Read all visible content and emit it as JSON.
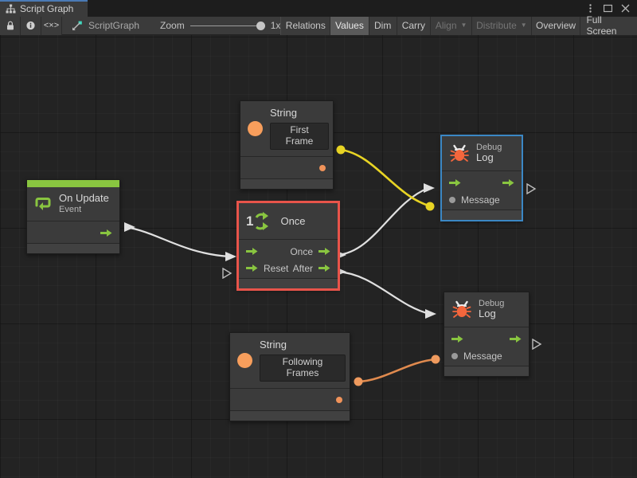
{
  "window": {
    "tab_title": "Script Graph",
    "tab_icon": "graph-hierarchy-icon",
    "controls": [
      {
        "name": "more-options",
        "glyph": "⋮"
      },
      {
        "name": "maximize",
        "glyph": "□"
      },
      {
        "name": "close",
        "glyph": "✕"
      }
    ]
  },
  "toolbar": {
    "left_icons": [
      {
        "name": "lock-icon",
        "glyph": "🔒"
      },
      {
        "name": "info-icon",
        "glyph": "i"
      },
      {
        "name": "code-icon",
        "glyph": "<×>"
      }
    ],
    "breadcrumb": "ScriptGraph",
    "breadcrumb_icon": "script-graph-icon",
    "zoom_label": "Zoom",
    "zoom_value": "1x",
    "zoom_percent": 100,
    "buttons": [
      {
        "label": "Relations",
        "active": false,
        "dim": false,
        "dropdown": false
      },
      {
        "label": "Values",
        "active": true,
        "dim": false,
        "dropdown": false
      },
      {
        "label": "Dim",
        "active": false,
        "dim": false,
        "dropdown": false
      },
      {
        "label": "Carry",
        "active": false,
        "dim": false,
        "dropdown": false
      },
      {
        "label": "Align",
        "active": false,
        "dim": true,
        "dropdown": true
      },
      {
        "label": "Distribute",
        "active": false,
        "dim": true,
        "dropdown": true
      },
      {
        "label": "Overview",
        "active": false,
        "dim": false,
        "dropdown": false
      },
      {
        "label": "Full Screen",
        "active": false,
        "dim": false,
        "dropdown": false
      }
    ]
  },
  "colors": {
    "accent_green": "#89c540",
    "selection_red": "#e8544a",
    "selection_blue": "#3b87c4",
    "string_orange": "#f79e5c",
    "wire_white": "#e0e0e0",
    "wire_yellow": "#e8d424",
    "wire_orange": "#e08a4e",
    "canvas_bg": "#232323",
    "node_bg": "#3b3b3b"
  },
  "graph": {
    "nodes": [
      {
        "id": "on-update",
        "title": "On Update",
        "subtitle": "Event",
        "icon": "update-loop-icon",
        "accent": "#89c540",
        "selected": "none",
        "outputs": [
          {
            "label": "",
            "type": "flow"
          }
        ]
      },
      {
        "id": "string-first-frame",
        "title": "String",
        "icon": "string-value-icon",
        "value": "First Frame",
        "selected": "none",
        "outputs": [
          {
            "label": "",
            "type": "value"
          }
        ]
      },
      {
        "id": "once",
        "title": "Once",
        "icon": "once-counter-icon",
        "icon_badge": "1",
        "selected": "red",
        "inputs": [
          {
            "label": "",
            "type": "flow"
          },
          {
            "label": "Reset",
            "type": "flow"
          }
        ],
        "outputs": [
          {
            "label": "Once",
            "type": "flow"
          },
          {
            "label": "After",
            "type": "flow"
          }
        ]
      },
      {
        "id": "string-following-frames",
        "title": "String",
        "icon": "string-value-icon",
        "value": "Following Frames",
        "selected": "none",
        "outputs": [
          {
            "label": "",
            "type": "value"
          }
        ]
      },
      {
        "id": "debug-log-top",
        "subtitle": "Debug",
        "title": "Log",
        "icon": "bug-icon",
        "selected": "blue",
        "inputs": [
          {
            "label": "",
            "type": "flow"
          },
          {
            "label": "Message",
            "type": "value"
          }
        ],
        "outputs": [
          {
            "label": "",
            "type": "flow"
          }
        ]
      },
      {
        "id": "debug-log-bottom",
        "subtitle": "Debug",
        "title": "Log",
        "icon": "bug-icon",
        "selected": "none",
        "inputs": [
          {
            "label": "",
            "type": "flow"
          },
          {
            "label": "Message",
            "type": "value"
          }
        ],
        "outputs": [
          {
            "label": "",
            "type": "flow"
          }
        ]
      }
    ],
    "connections": [
      {
        "from": "on-update",
        "to": "once",
        "color": "#e0e0e0",
        "kind": "flow"
      },
      {
        "from": "once.Once",
        "to": "debug-log-top",
        "color": "#e0e0e0",
        "kind": "flow"
      },
      {
        "from": "once.After",
        "to": "debug-log-bottom",
        "color": "#e0e0e0",
        "kind": "flow"
      },
      {
        "from": "string-first-frame",
        "to": "debug-log-top.Message",
        "color": "#e8d424",
        "kind": "value"
      },
      {
        "from": "string-following-frames",
        "to": "debug-log-bottom.Message",
        "color": "#e08a4e",
        "kind": "value"
      }
    ]
  }
}
